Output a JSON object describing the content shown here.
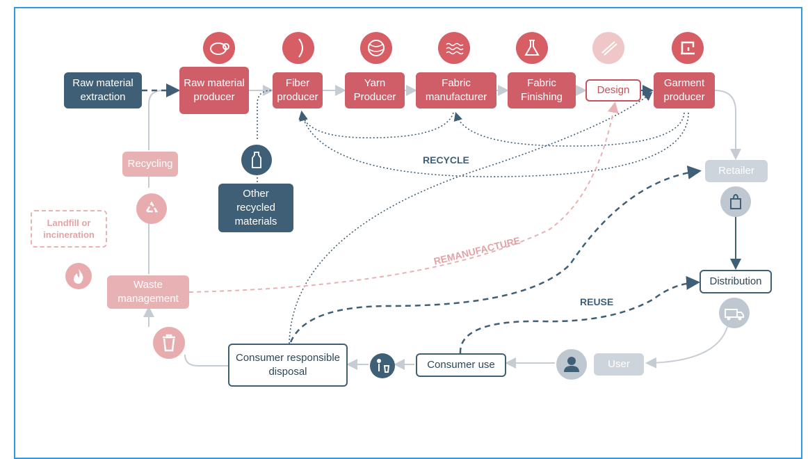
{
  "nodes": {
    "raw_material_extraction": "Raw material extraction",
    "raw_material_producer": "Raw material producer",
    "fiber_producer": "Fiber producer",
    "yarn_producer": "Yarn Producer",
    "fabric_manufacturer": "Fabric manufacturer",
    "fabric_finishing": "Fabric Finishing",
    "design": "Design",
    "garment_producer": "Garment producer",
    "retailer": "Retailer",
    "distribution": "Distribution",
    "user": "User",
    "consumer_use": "Consumer use",
    "consumer_disposal": "Consumer responsible disposal",
    "waste_management": "Waste management",
    "landfill": "Landfill or incineration",
    "recycling": "Recycling",
    "other_recycled": "Other recycled materials"
  },
  "labels": {
    "recycle": "RECYCLE",
    "remanufacture": "REMANUFACTURE",
    "reuse": "REUSE"
  },
  "colors": {
    "dark": "#3f5f76",
    "red": "#cf5e68",
    "pink": "#e8b2b5",
    "grey": "#cdd4dc",
    "frame": "#2d9ae6"
  },
  "icons": [
    "sheep-icon",
    "fiber-icon",
    "yarn-ball-icon",
    "fabric-wave-icon",
    "flask-icon",
    "fabric-roll-icon",
    "sewing-machine-icon",
    "bottle-icon",
    "shopping-bag-icon",
    "truck-icon",
    "person-icon",
    "trash-disposal-icon",
    "recycle-icon",
    "fire-icon",
    "trash-bin-icon"
  ]
}
